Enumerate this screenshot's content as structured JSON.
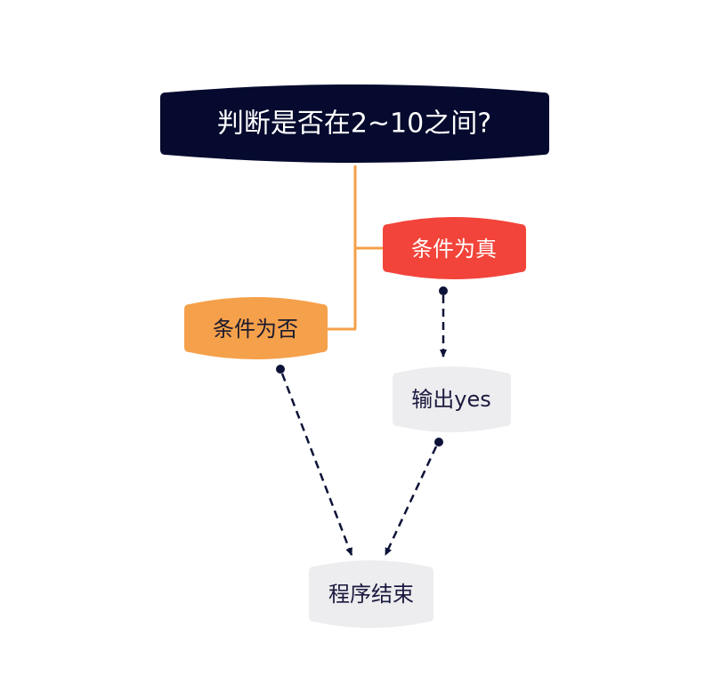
{
  "diagram": {
    "colors": {
      "root_fill": "#050a2e",
      "root_text": "#ffffff",
      "true_fill": "#f2443a",
      "true_text": "#ffffff",
      "false_fill": "#f5a04a",
      "false_text": "#1a1a2e",
      "leaf_fill": "#edecee",
      "leaf_text": "#1a1a40",
      "branch_line": "#f5a04a",
      "flow_line": "#0d1238"
    },
    "nodes": {
      "root": {
        "label": "判断是否在2~10之间?"
      },
      "true_branch": {
        "label": "条件为真"
      },
      "false_branch": {
        "label": "条件为否"
      },
      "output_yes": {
        "label": "输出yes"
      },
      "program_end": {
        "label": "程序结束"
      }
    },
    "edges": [
      {
        "from": "root",
        "to": "true_branch",
        "style": "solid"
      },
      {
        "from": "root",
        "to": "false_branch",
        "style": "solid"
      },
      {
        "from": "true_branch",
        "to": "output_yes",
        "style": "dashed-arrow"
      },
      {
        "from": "false_branch",
        "to": "program_end",
        "style": "dashed-arrow"
      },
      {
        "from": "output_yes",
        "to": "program_end",
        "style": "dashed-arrow"
      }
    ]
  }
}
